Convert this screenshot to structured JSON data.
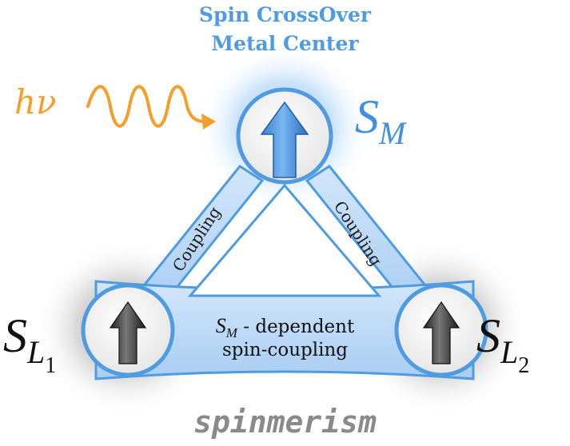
{
  "header": {
    "line1": "Spin CrossOver",
    "line2": "Metal Center"
  },
  "light": {
    "label": "hν"
  },
  "symbols": {
    "metal": {
      "main": "S",
      "sub": "M"
    },
    "ligand1": {
      "main": "S",
      "sub": "L",
      "subsub": "1"
    },
    "ligand2": {
      "main": "S",
      "sub": "L",
      "subsub": "2"
    }
  },
  "edges": {
    "left": "Coupling",
    "right": "Coupling"
  },
  "bottom_edge": {
    "sym_main": "S",
    "sym_sub": "M",
    "line1_rest": " - dependent",
    "line2": "spin-coupling"
  },
  "footer": {
    "label": "spinmerism"
  },
  "colors": {
    "metal_blue": "#3f8fe2",
    "light_orange": "#f2a02a",
    "band_fill": "#bcd9f5",
    "shadow_gray": "#9a9a9a"
  }
}
